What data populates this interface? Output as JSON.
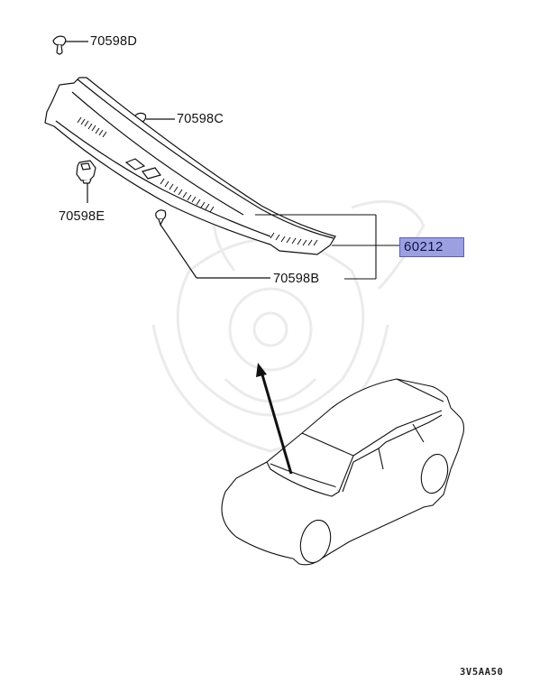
{
  "diagram": {
    "type": "exploded parts diagram",
    "subject": "Windshield cowl top panel with clips, vehicle locator view",
    "part_labels": [
      {
        "id": "70598D",
        "label": "70598D",
        "part": "clip"
      },
      {
        "id": "70598C",
        "label": "70598C",
        "part": "clip"
      },
      {
        "id": "70598E",
        "label": "70598E",
        "part": "clip"
      },
      {
        "id": "70598B",
        "label": "70598B",
        "part": "clip"
      },
      {
        "id": "60212",
        "label": "60212",
        "part": "cowl top panel",
        "highlighted": true
      }
    ],
    "reference_code": "3V5AA50",
    "colors": {
      "highlight_fill": "#9c9fe0",
      "highlight_border": "#5a5fb8",
      "line": "#111111",
      "watermark": "#ececec"
    }
  }
}
